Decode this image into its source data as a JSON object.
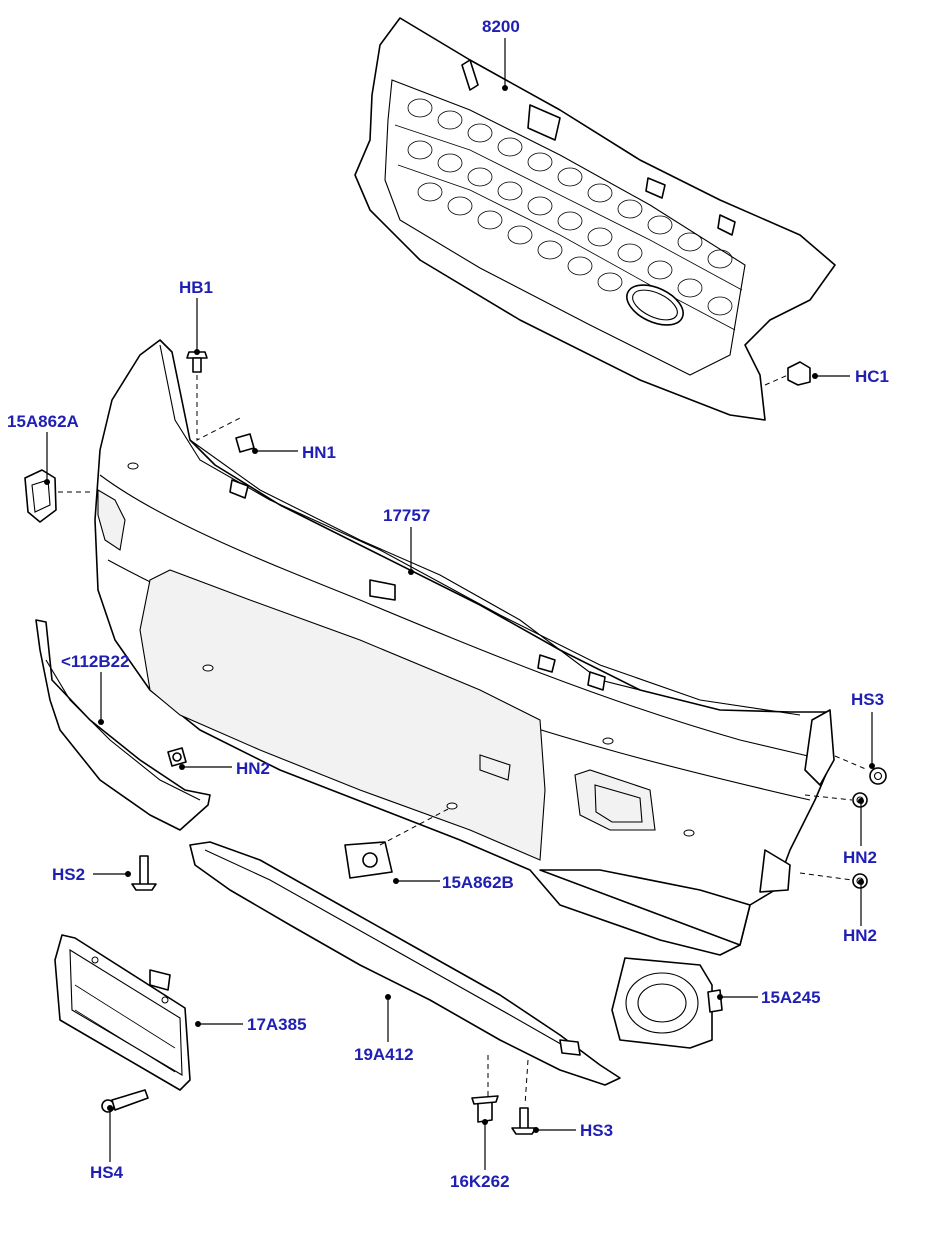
{
  "accent_color": "#1f1fb4",
  "callouts": [
    {
      "id": "c-8200",
      "label": "8200"
    },
    {
      "id": "c-hb1",
      "label": "HB1"
    },
    {
      "id": "c-hc1",
      "label": "HC1"
    },
    {
      "id": "c-15a862a",
      "label": "15A862A"
    },
    {
      "id": "c-hn1",
      "label": "HN1"
    },
    {
      "id": "c-17757",
      "label": "17757"
    },
    {
      "id": "c-112b22",
      "label": "<112B22"
    },
    {
      "id": "c-hs3a",
      "label": "HS3"
    },
    {
      "id": "c-hn2a",
      "label": "HN2"
    },
    {
      "id": "c-hn2b",
      "label": "HN2"
    },
    {
      "id": "c-hs2",
      "label": "HS2"
    },
    {
      "id": "c-15a862b",
      "label": "15A862B"
    },
    {
      "id": "c-hn2c",
      "label": "HN2"
    },
    {
      "id": "c-15a245",
      "label": "15A245"
    },
    {
      "id": "c-17a385",
      "label": "17A385"
    },
    {
      "id": "c-19a412",
      "label": "19A412"
    },
    {
      "id": "c-hs3b",
      "label": "HS3"
    },
    {
      "id": "c-hs4",
      "label": "HS4"
    },
    {
      "id": "c-16k262",
      "label": "16K262"
    }
  ]
}
